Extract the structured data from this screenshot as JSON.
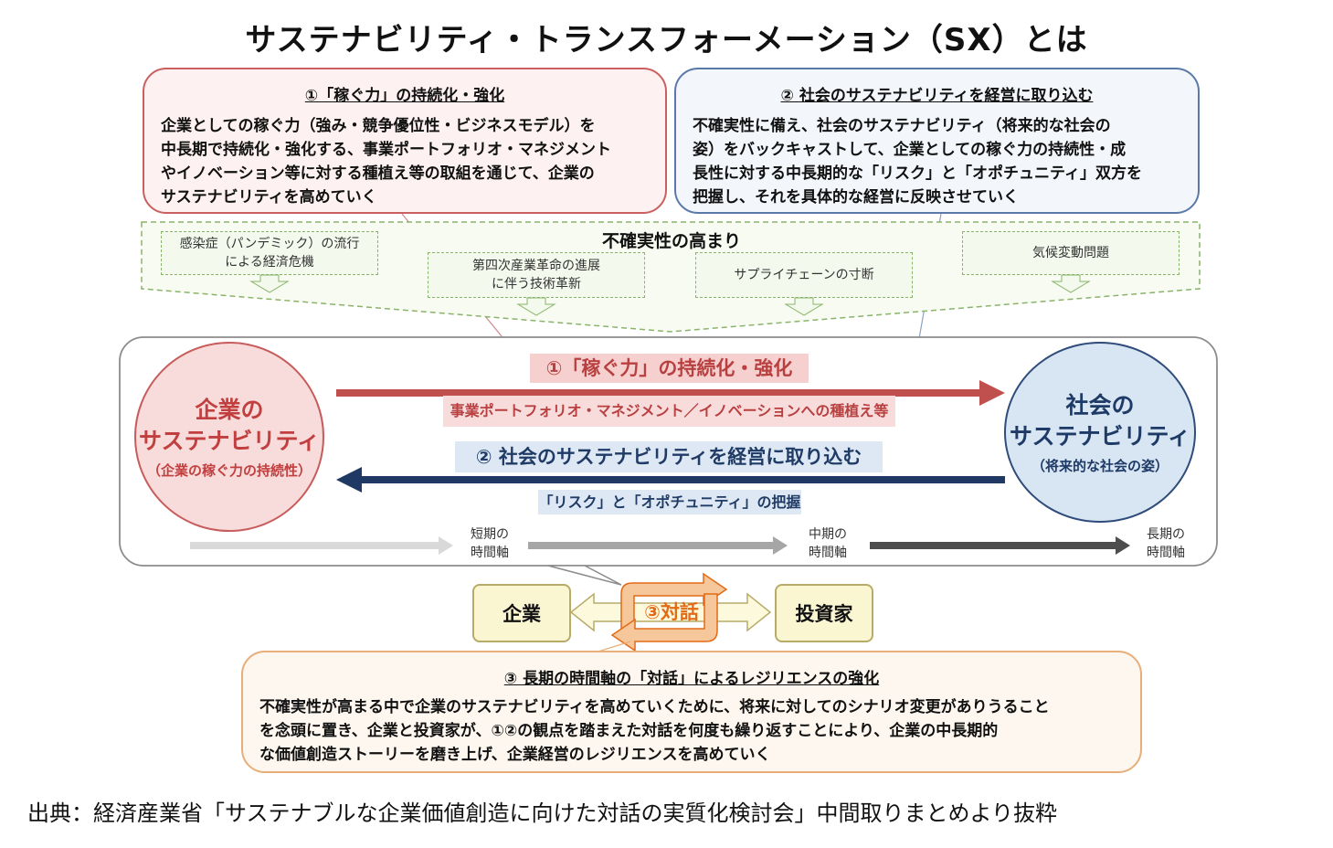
{
  "title": "サステナビリティ・トランスフォーメーション（SX）とは",
  "box1": {
    "title": "①「稼ぐ力」の持続化・強化",
    "lines": [
      "企業としての稼ぐ力（強み・競争優位性・ビジネスモデル）を",
      "中長期で持続化・強化する、事業ポートフォリオ・マネジメント",
      "やイノベーション等に対する種植え等の取組を通じて、企業の",
      "サステナビリティを高めていく"
    ]
  },
  "box2": {
    "title": "② 社会のサステナビリティを経営に取り込む",
    "lines": [
      "不確実性に備え、社会のサステナビリティ（将来的な社会の",
      "姿）をバックキャストして、企業としての稼ぐ力の持続性・成",
      "長性に対する中長期的な「リスク」と「オポチュニティ」双方を",
      "把握し、それを具体的な経営に反映させていく"
    ]
  },
  "uncertainty": {
    "title": "不確実性の高まり",
    "items": [
      "感染症（パンデミック）の流行\nによる経済危機",
      "第四次産業革命の進展\nに伴う技術革新",
      "サプライチェーンの寸断",
      "気候変動問題"
    ]
  },
  "left_circle": {
    "line1": "企業の",
    "line2": "サステナビリティ",
    "sub": "（企業の稼ぐ力の持続性）"
  },
  "right_circle": {
    "line1": "社会の",
    "line2": "サステナビリティ",
    "sub": "（将来的な社会の姿）"
  },
  "arrow_red": {
    "label": "①「稼ぐ力」の持続化・強化",
    "sub": "事業ポートフォリオ・マネジメント／イノベーションへの種植え等",
    "color": "#c0504d"
  },
  "arrow_blue": {
    "label": "② 社会のサステナビリティを経営に取り込む",
    "sub": "「リスク」と「オポチュニティ」の把握",
    "color": "#1f3864"
  },
  "timeline": [
    {
      "label": "短期の\n時間軸",
      "color": "#d9d9d9"
    },
    {
      "label": "中期の\n時間軸",
      "color": "#a6a6a6"
    },
    {
      "label": "長期の\n時間軸",
      "color": "#4d4d4d"
    }
  ],
  "dialogue": {
    "left_actor": "企業",
    "right_actor": "投資家",
    "label": "③対話",
    "accent": "#e26a16"
  },
  "box3": {
    "title": "③ 長期の時間軸の「対話」によるレジリエンスの強化",
    "lines": [
      "不確実性が高まる中で企業のサステナビリティを高めていくために、将来に対してのシナリオ変更がありうること",
      "を念頭に置き、企業と投資家が、①②の観点を踏まえた対話を何度も繰り返すことにより、企業の中長期的",
      "な価値創造ストーリーを磨き上げ、企業経営のレジリエンスを高めていく"
    ]
  },
  "source": "出典：経済産業省「サステナブルな企業価値創造に向けた対話の実質化検討会」中間取りまとめより抜粋"
}
